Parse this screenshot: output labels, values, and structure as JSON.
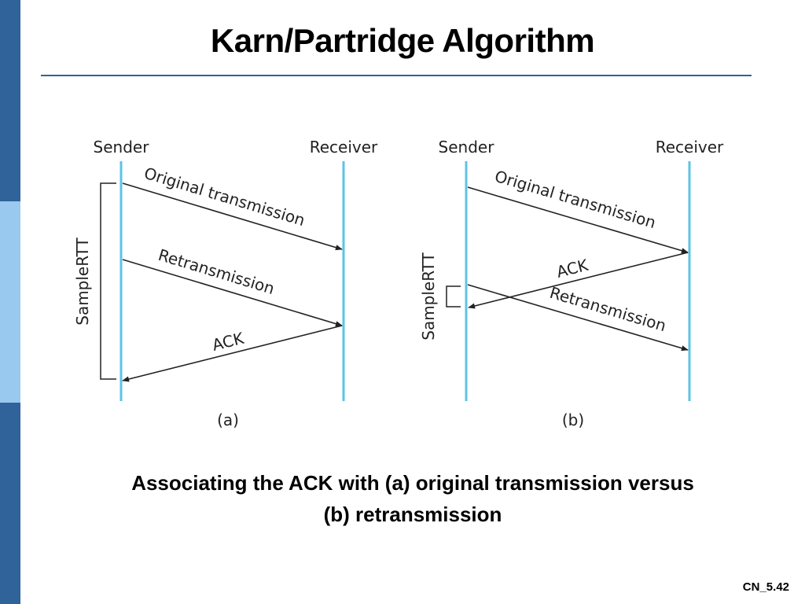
{
  "slide": {
    "title": "Karn/Partridge Algorithm",
    "caption_line1": "Associating the ACK with (a) original transmission versus",
    "caption_line2": "(b) retransmission",
    "slide_number": "CN_5.42"
  },
  "colors": {
    "sidebar_dark": "#2f6399",
    "sidebar_light": "#9ac9ef",
    "rule": "#2f6399",
    "timeline": "#5bc4e6",
    "arrow": "#222222"
  },
  "diagram": {
    "a": {
      "sender": "Sender",
      "receiver": "Receiver",
      "original": "Original transmission",
      "retransmission": "Retransmission",
      "ack": "ACK",
      "sample_rtt": "SampleRTT",
      "label": "(a)"
    },
    "b": {
      "sender": "Sender",
      "receiver": "Receiver",
      "original": "Original transmission",
      "ack": "ACK",
      "retransmission": "Retransmission",
      "sample_rtt": "SampleRTT",
      "label": "(b)"
    }
  }
}
